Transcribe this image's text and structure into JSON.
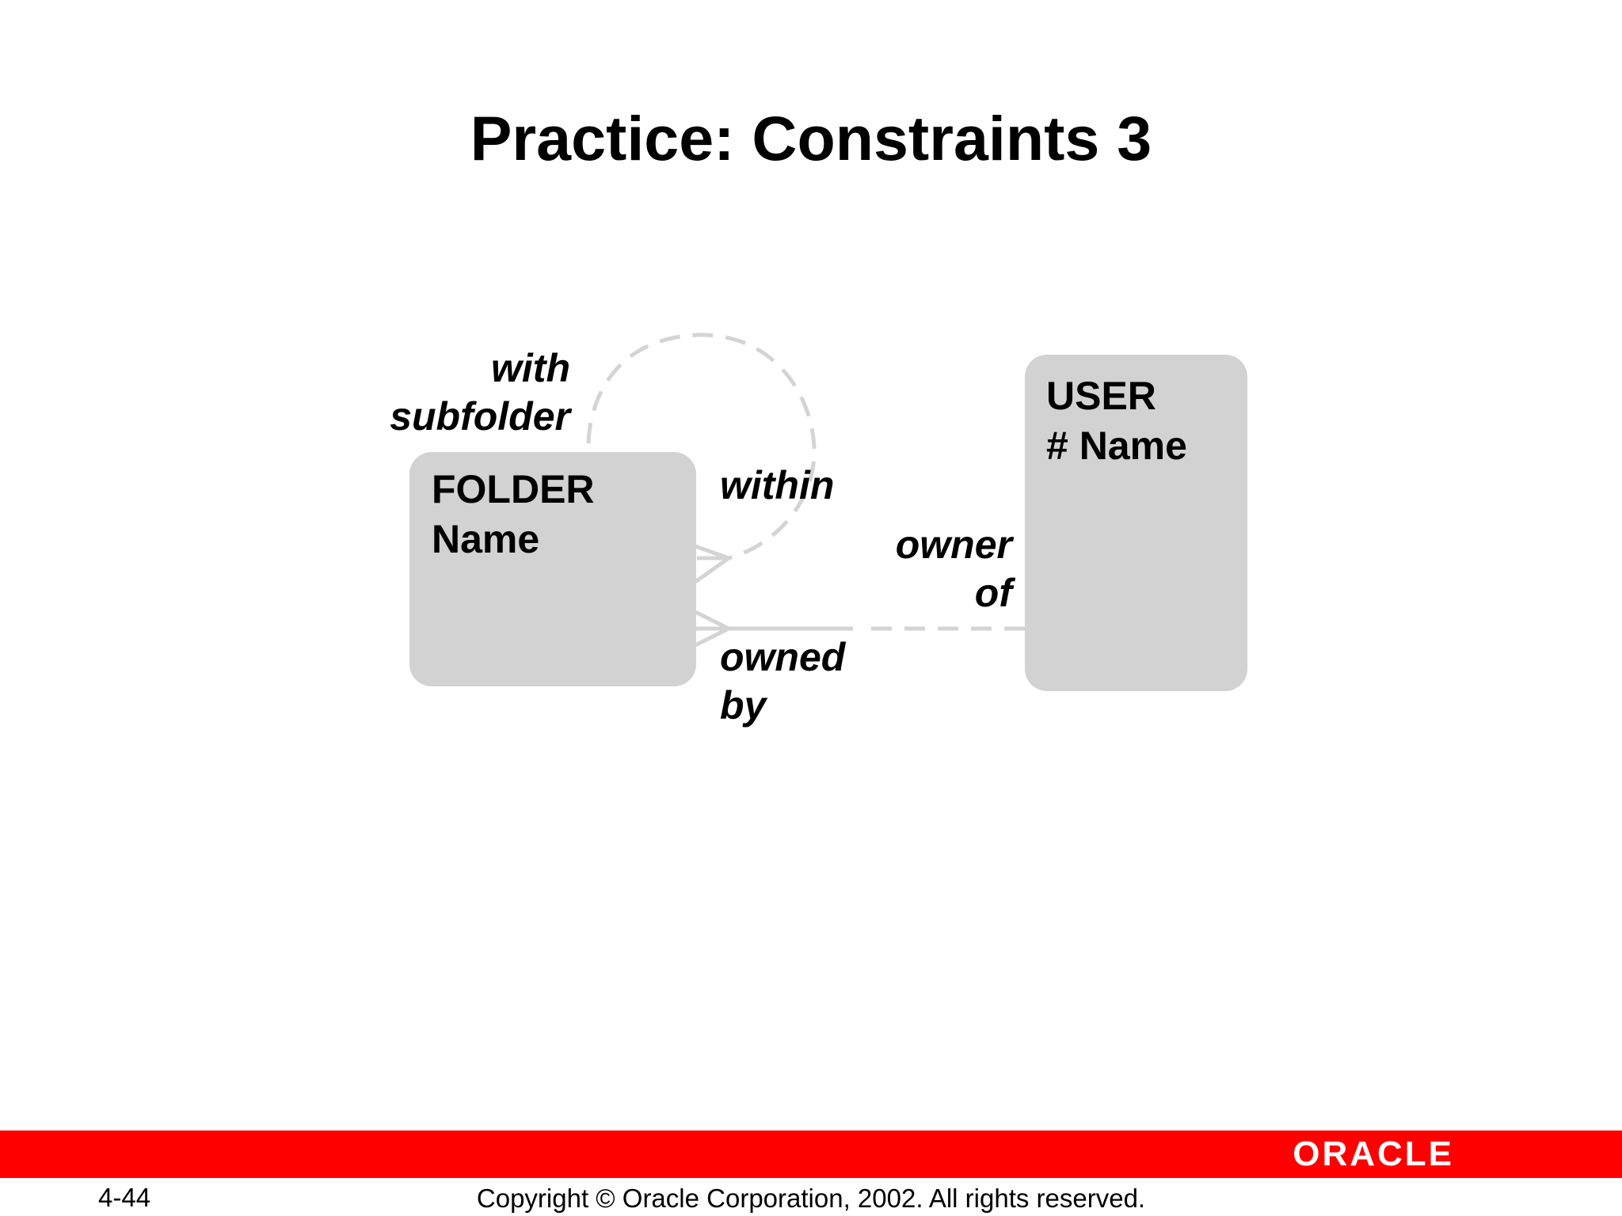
{
  "slide": {
    "title": "Practice: Constraints 3",
    "page_number": "4-44",
    "copyright": "Copyright © Oracle Corporation, 2002. All rights reserved.",
    "logo_text": "ORACLE"
  },
  "entities": {
    "folder": {
      "name": "FOLDER",
      "attribute": "Name"
    },
    "user": {
      "name": "USER",
      "attribute": "# Name"
    }
  },
  "relationships": {
    "recursive": {
      "label_top_line1": "with",
      "label_top_line2": "subfolder",
      "label_side": "within"
    },
    "ownership": {
      "folder_end_line1": "owned",
      "folder_end_line2": "by",
      "user_end_line1": "owner",
      "user_end_line2": "of"
    }
  },
  "colors": {
    "entity_fill": "#d2d2d2",
    "line": "#d4d4d4",
    "bar": "#ff0000",
    "text": "#000000"
  }
}
